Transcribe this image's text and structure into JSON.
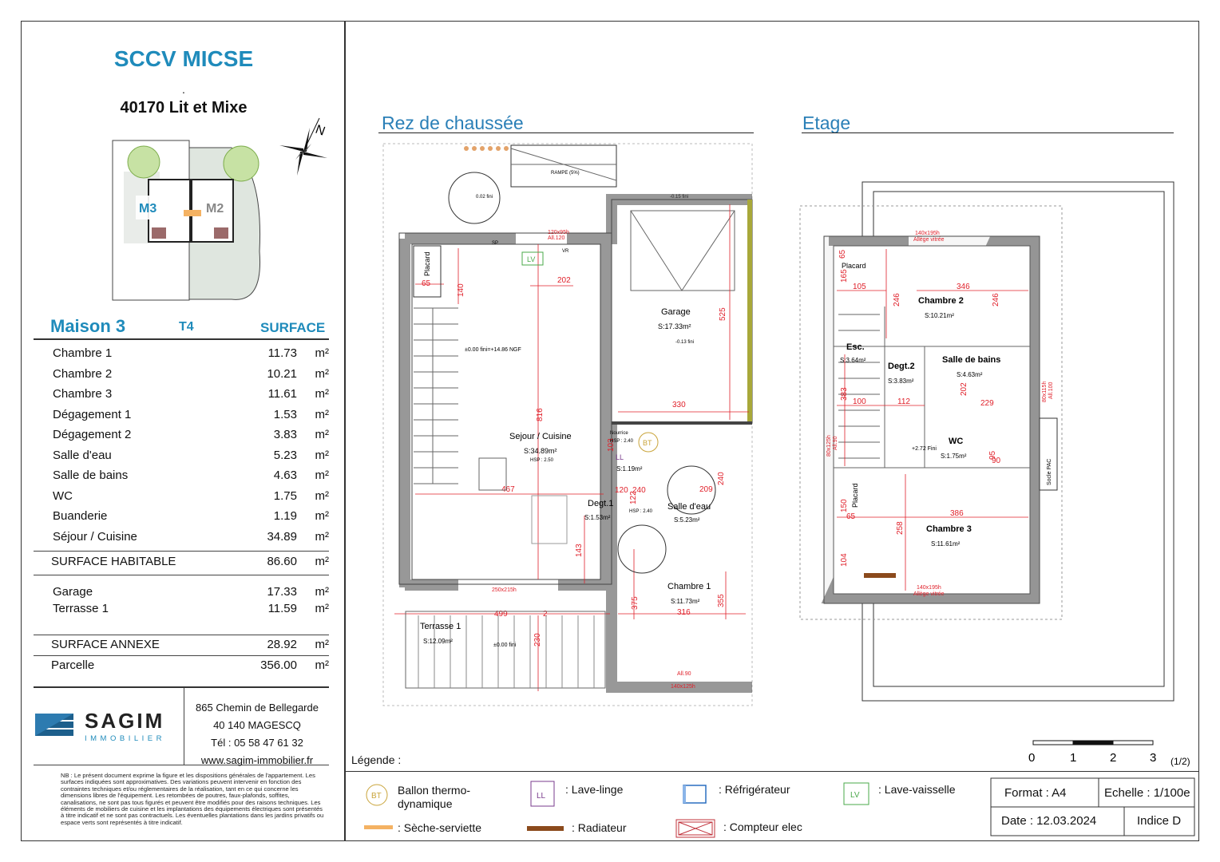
{
  "header": {
    "company": "SCCV MICSE",
    "dot": ".",
    "address": "40170 Lit et Mixe"
  },
  "site": {
    "lot_left": "M3",
    "lot_right": "M2",
    "north": "N"
  },
  "summary": {
    "house": "Maison 3",
    "type": "T4",
    "surface_label": "SURFACE",
    "unit": "m²",
    "rooms": [
      {
        "name": "Chambre 1",
        "value": "11.73"
      },
      {
        "name": "Chambre 2",
        "value": "10.21"
      },
      {
        "name": "Chambre 3",
        "value": "11.61"
      },
      {
        "name": "Dégagement 1",
        "value": "1.53"
      },
      {
        "name": "Dégagement 2",
        "value": "3.83"
      },
      {
        "name": "Salle d'eau",
        "value": "5.23"
      },
      {
        "name": "Salle de bains",
        "value": "4.63"
      },
      {
        "name": "WC",
        "value": "1.75"
      },
      {
        "name": "Buanderie",
        "value": "1.19"
      },
      {
        "name": "Séjour / Cuisine",
        "value": "34.89"
      }
    ],
    "habitable": {
      "name": "SURFACE HABITABLE",
      "value": "86.60"
    },
    "annex_rooms": [
      {
        "name": "Garage",
        "value": "17.33"
      },
      {
        "name": "Terrasse 1",
        "value": "11.59"
      }
    ],
    "annex": {
      "name": "SURFACE ANNEXE",
      "value": "28.92"
    },
    "parcel": {
      "name": "Parcelle",
      "value": "356.00"
    }
  },
  "brand": {
    "name": "SAGIM",
    "sub": "IMMOBILIER"
  },
  "contact": {
    "street": "865 Chemin de Bellegarde",
    "city": "40 140 MAGESCQ",
    "phone": "Tél : 05 58 47 61 32",
    "web": "www.sagim-immobilier.fr"
  },
  "disclaimer": "NB : Le présent document exprime la figure et les dispositions générales de l'appartement. Les surfaces indiquées sont approximatives. Des variations peuvent intervenir en fonction des contraintes techniques et/ou réglementaires de la réalisation, tant en ce qui concerne les dimensions libres de l'équipement. Les retombées de poutres, faux-plafonds, soffites, canalisations, ne sont pas tous figurés et peuvent être modifiés pour des raisons techniques. Les éléments de mobiliers de cuisine et les implantations des équipements électriques sont présentés à titre indicatif et ne sont pas contractuels. Les éventuelles plantations dans les jardins privatifs ou espace verts sont représentés à titre indicatif.",
  "ground": {
    "title": "Rez de chaussée",
    "ramp": "RAMPE (5%)",
    "lvl_top": "0.02 fini",
    "lvl_garage_top": "-0.15 fini",
    "door_garage": "250x215h",
    "window_top": "120x95h",
    "window_top2": "All.120",
    "lv": "LV",
    "vr": "VR",
    "sp": "SP",
    "placard": "Placard",
    "d65": "65",
    "d140": "140",
    "d202": "202",
    "garage": "Garage",
    "garage_s": "S:17.33m²",
    "garage_lvl": "-0.13 fini",
    "d525": "525",
    "d330": "330",
    "ngf": "±0.00 fini=+14.86 NGF",
    "d816": "816",
    "sejour": "Sejour / Cuisine",
    "sejour_s": "S:34.89m²",
    "hsp": "HSP : 2.50",
    "nourrice": "Nourrice",
    "hsp240": "HSP : 2.40",
    "bt": "BT",
    "ll": "LL",
    "buand_s": "S:1.19m²",
    "d103": "103",
    "d467": "467",
    "d120": "120",
    "d240": "240",
    "d122": "122",
    "d209": "209",
    "d240b": "240",
    "degt1": "Degt.1",
    "degt1_s": "S:1.53m²",
    "sde": "Salle d'eau",
    "sde_s": "S:5.23m²",
    "hsp240b": "HSP : 2.40",
    "d143": "143",
    "door_sejour": "250x215h",
    "ch1": "Chambre 1",
    "ch1_s": "S:11.73m²",
    "d375": "375",
    "d355": "355",
    "d316": "316",
    "terrasse": "Terrasse 1",
    "terrasse_s": "S:12.09m²",
    "terrasse_lvl": "±0.00 fini",
    "d499": "499",
    "d230": "230",
    "d2": "2",
    "win_bottom": "140x125h",
    "win_bottom2": "All.90"
  },
  "floor": {
    "title": "Etage",
    "win_top": "140x195h",
    "win_top2": "Allège vitrée",
    "placard": "Placard",
    "d65": "65",
    "d165": "165",
    "d105": "105",
    "d246": "246",
    "d346": "346",
    "d246b": "246",
    "ch2": "Chambre 2",
    "ch2_s": "S:10.21m²",
    "esc": "Esc.",
    "esc_s": "S:3.64m²",
    "degt2": "Degt.2",
    "degt2_s": "S:3.83m²",
    "sdb": "Salle de bains",
    "sdb_s": "S:4.63m²",
    "d202": "202",
    "d229": "229",
    "d383": "383",
    "d100": "100",
    "d112": "112",
    "win_right": "80x115h",
    "win_right2": "All.100",
    "win_left": "80x125h",
    "win_left2": "All.90",
    "wc": "WC",
    "wc_s": "S:1.75m²",
    "lvl": "+2.72 Fini",
    "d95": "95",
    "d90": "90",
    "socle": "Socle PAC",
    "placard2": "Placard",
    "d150": "150",
    "d65b": "65",
    "d386": "386",
    "d258": "258",
    "d104": "104",
    "ch3": "Chambre 3",
    "ch3_s": "S:11.61m²",
    "win_bottom": "140x195h",
    "win_bottom2": "Allège vitrée"
  },
  "scale_bar": {
    "ticks": [
      "0",
      "1",
      "2",
      "3"
    ],
    "page": "(1/2)"
  },
  "legend": {
    "label": "Légende :",
    "items": [
      {
        "icon": "BT",
        "text": "Ballon thermo-",
        "text2": "dynamique"
      },
      {
        "icon": "LL",
        "text": ": Lave-linge"
      },
      {
        "text": ": Réfrigérateur"
      },
      {
        "icon": "LV",
        "text": ": Lave-vaisselle"
      },
      {
        "text": ": Sèche-serviette"
      },
      {
        "text": ": Radiateur"
      },
      {
        "text": ": Compteur elec"
      }
    ]
  },
  "title_block": {
    "format": "Format :  A4",
    "scale": "Echelle : 1/100e",
    "date": "Date :  12.03.2024",
    "index": "Indice D"
  },
  "colors": {
    "accent": "#1f8bbb",
    "dim": "#e0202a",
    "wall": "#555555"
  }
}
